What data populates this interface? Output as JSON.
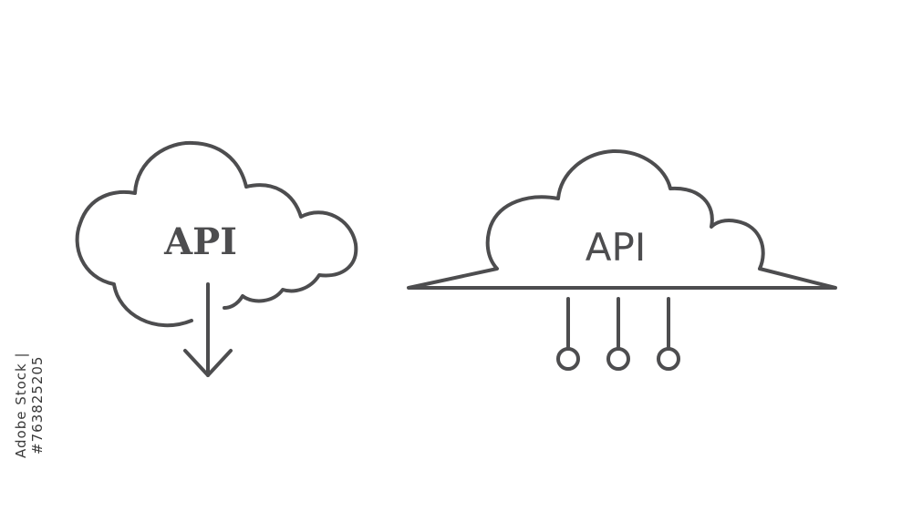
{
  "download_cloud_icon": {
    "label": "API"
  },
  "network_cloud_icon": {
    "label": "API"
  },
  "stock_id": "Adobe Stock | #763825205",
  "colors": {
    "stroke": "#4d4d4f",
    "background": "#ffffff"
  }
}
